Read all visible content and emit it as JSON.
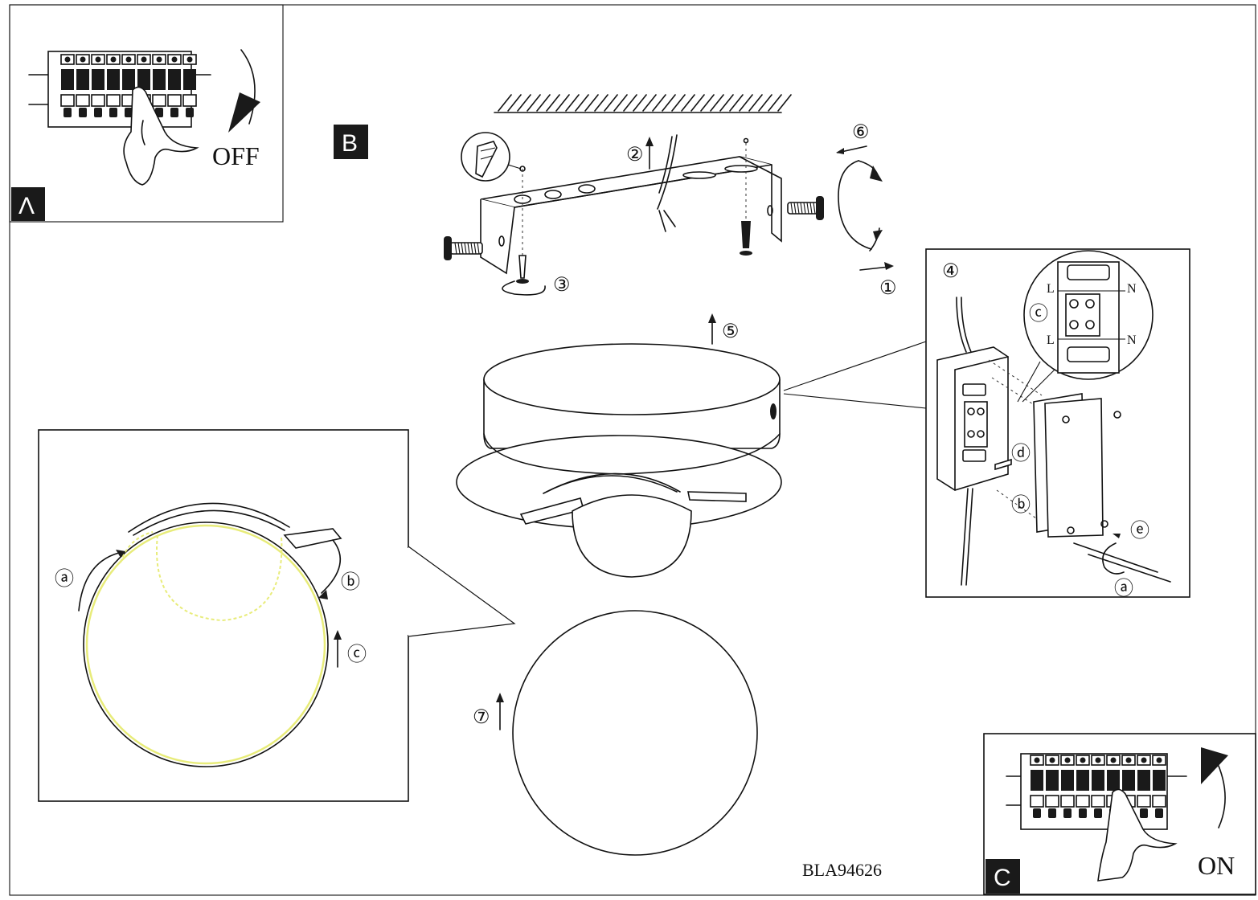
{
  "panel_a": {
    "badge": "Λ",
    "switch_label": "OFF"
  },
  "panel_b": {
    "badge": "B"
  },
  "panel_c": {
    "badge": "C",
    "switch_label": "ON"
  },
  "steps": {
    "s1": "①",
    "s2": "②",
    "s3": "③",
    "s4": "④",
    "s5": "⑤",
    "s6": "⑥",
    "s7": "⑦"
  },
  "detail": {
    "a": "ⓐ",
    "b": "ⓑ",
    "c": "ⓒ",
    "d": "ⓓ",
    "e": "ⓔ"
  },
  "terminal": {
    "L_top": "L",
    "N_top": "N",
    "L_bottom": "L",
    "N_bottom": "N"
  },
  "model_code": "BLA94626",
  "colors": {
    "line": "#111111",
    "glass_highlight": "#e8ec7a",
    "badge_bg": "#1a1a1a"
  }
}
